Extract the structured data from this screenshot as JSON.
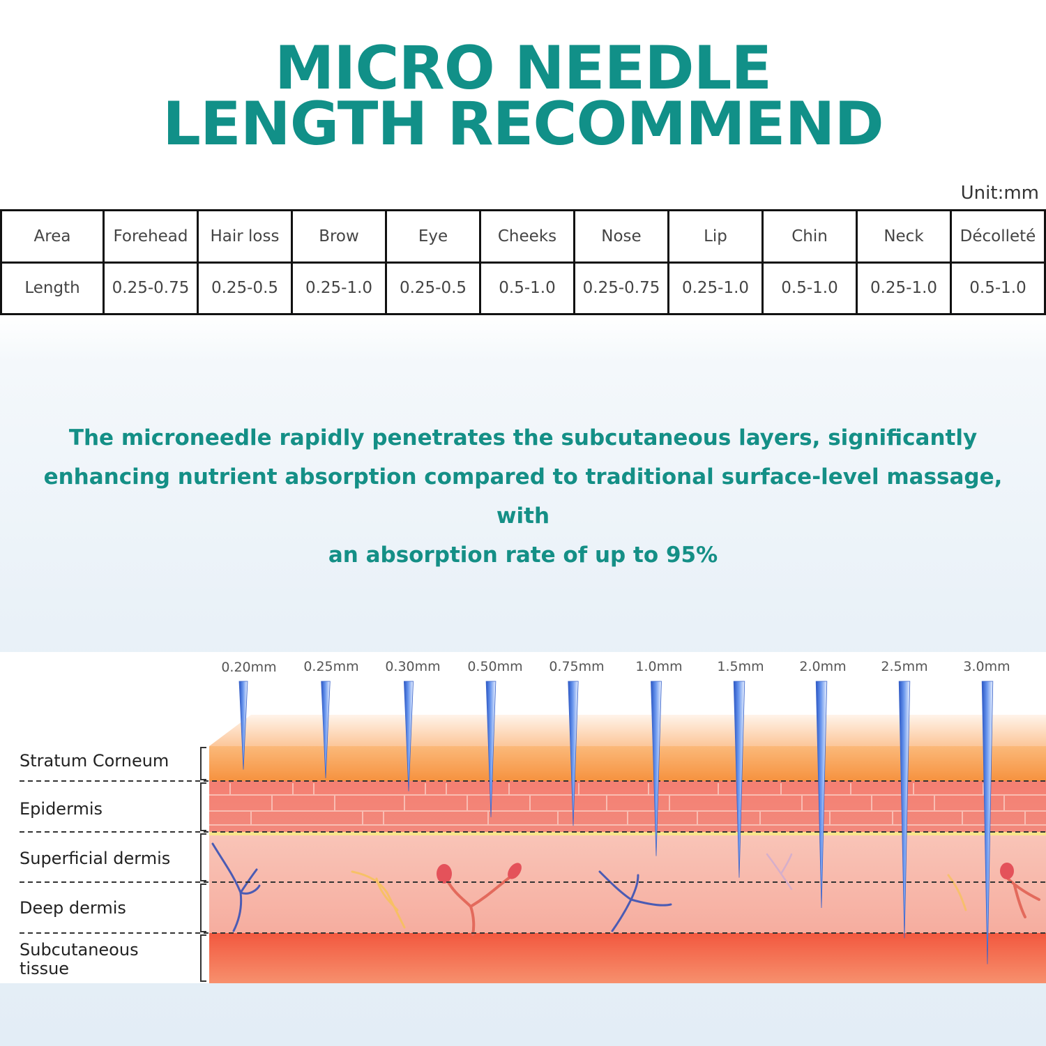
{
  "title": {
    "line1": "MICRO NEEDLE",
    "line2": "LENGTH RECOMMEND"
  },
  "unit_label": "Unit:mm",
  "table": {
    "header_label": "Area",
    "row_label": "Length",
    "areas": [
      "Forehead",
      "Hair loss",
      "Brow",
      "Eye",
      "Cheeks",
      "Nose",
      "Lip",
      "Chin",
      "Neck",
      "Décolleté"
    ],
    "lengths": [
      "0.25-0.75",
      "0.25-0.5",
      "0.25-1.0",
      "0.25-0.5",
      "0.5-1.0",
      "0.25-0.75",
      "0.25-1.0",
      "0.5-1.0",
      "0.25-1.0",
      "0.5-1.0"
    ]
  },
  "description": {
    "line1": "The microneedle rapidly penetrates the subcutaneous layers, significantly",
    "line2": "enhancing nutrient absorption compared to traditional surface-level massage, with",
    "line3": "an absorption rate of up to 95%"
  },
  "diagram": {
    "needles": [
      "0.20mm",
      "0.25mm",
      "0.30mm",
      "0.50mm",
      "0.75mm",
      "1.0mm",
      "1.5mm",
      "2.0mm",
      "2.5mm",
      "3.0mm"
    ],
    "needle_depth_levels": [
      0.3,
      0.5,
      0.8,
      1.4,
      1.6,
      2.3,
      2.8,
      3.5,
      4.2,
      4.8
    ],
    "layers": [
      "Stratum Corneum",
      "Epidermis",
      "Superficial dermis",
      "Deep dermis",
      "Subcutaneous",
      "tissue"
    ],
    "colors": {
      "stratum": "#f79a4a",
      "epidermis": "#f27a6e",
      "dermis": "#f7b3a6",
      "subcutaneous": "#f4694a",
      "needle": "#4a78d6"
    }
  }
}
